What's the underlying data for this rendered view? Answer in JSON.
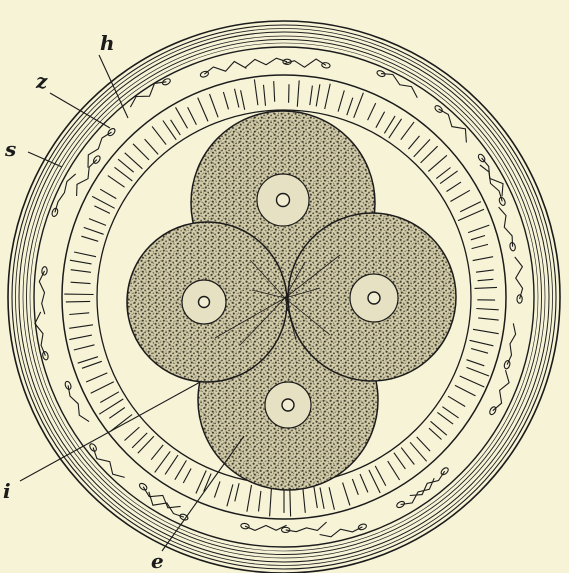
{
  "figure": {
    "labels": {
      "h": "h",
      "z": "z",
      "s": "s",
      "i": "i",
      "e": "e"
    },
    "colors": {
      "background": "#f6f3d7",
      "ink": "#1b1b1b",
      "cell_fill": "#cfc9a8"
    }
  }
}
